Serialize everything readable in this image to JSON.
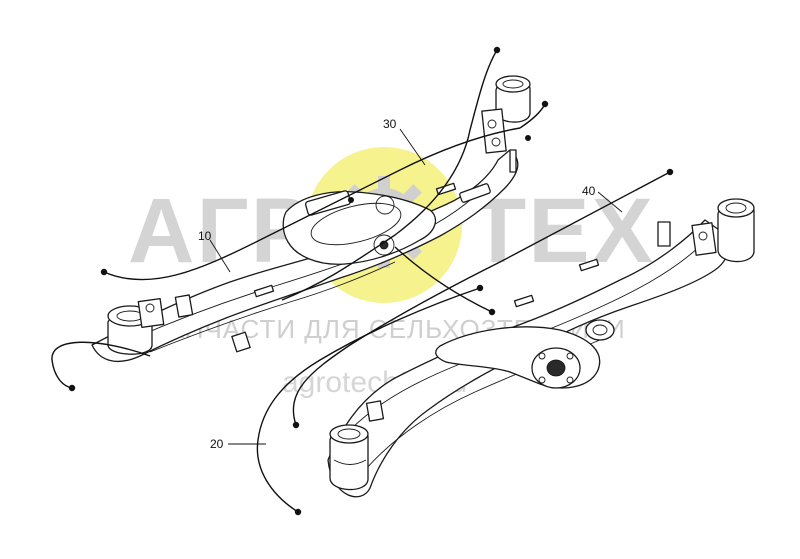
{
  "watermark": {
    "brand_left": "АГР",
    "brand_right": "ТЕХ",
    "subtitle": "ЗАПЧАСТИ ДЛЯ СЕЛЬХОЗТЕХНИКИ",
    "url": "agrotech26.ru",
    "logo_color": "#f5f07a"
  },
  "callouts": [
    {
      "label": "10"
    },
    {
      "label": "20"
    },
    {
      "label": "30"
    },
    {
      "label": "40"
    }
  ]
}
